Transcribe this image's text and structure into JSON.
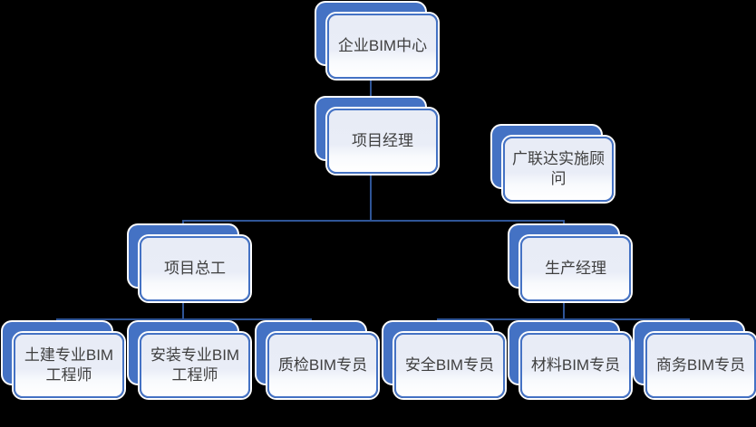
{
  "background_color": "#000000",
  "colors": {
    "node_back_fill": "#4472C4",
    "node_front_fill_top": "#E8ECF6",
    "node_front_fill_bottom": "#FFFFFF",
    "node_border": "#4472C4",
    "node_halo": "#FFFFFF",
    "connector": "#2F5597",
    "label_text": "#3F3F3F"
  },
  "org_chart": {
    "type": "organization-hierarchy",
    "nodes": [
      {
        "id": "enterprise-bim-center",
        "label": "企业BIM中心"
      },
      {
        "id": "project-manager",
        "label": "项目经理"
      },
      {
        "id": "glodon-consultant",
        "label": "广联达实施顾问"
      },
      {
        "id": "project-chief-engineer",
        "label": "项目总工"
      },
      {
        "id": "production-manager",
        "label": "生产经理"
      },
      {
        "id": "civil-bim-engineer",
        "label": "土建专业BIM工程师"
      },
      {
        "id": "installation-bim-engineer",
        "label": "安装专业BIM工程师"
      },
      {
        "id": "quality-bim-specialist",
        "label": "质检BIM专员"
      },
      {
        "id": "safety-bim-specialist",
        "label": "安全BIM专员"
      },
      {
        "id": "material-bim-specialist",
        "label": "材料BIM专员"
      },
      {
        "id": "business-bim-specialist",
        "label": "商务BIM专员"
      }
    ],
    "edges": [
      {
        "from": "enterprise-bim-center",
        "to": "project-manager"
      },
      {
        "from": "project-manager",
        "to": "project-chief-engineer"
      },
      {
        "from": "project-manager",
        "to": "production-manager"
      },
      {
        "from": "project-chief-engineer",
        "to": "civil-bim-engineer"
      },
      {
        "from": "project-chief-engineer",
        "to": "installation-bim-engineer"
      },
      {
        "from": "project-chief-engineer",
        "to": "quality-bim-specialist"
      },
      {
        "from": "production-manager",
        "to": "safety-bim-specialist"
      },
      {
        "from": "production-manager",
        "to": "material-bim-specialist"
      },
      {
        "from": "production-manager",
        "to": "business-bim-specialist"
      }
    ],
    "unconnected_nodes": [
      "glodon-consultant"
    ]
  }
}
